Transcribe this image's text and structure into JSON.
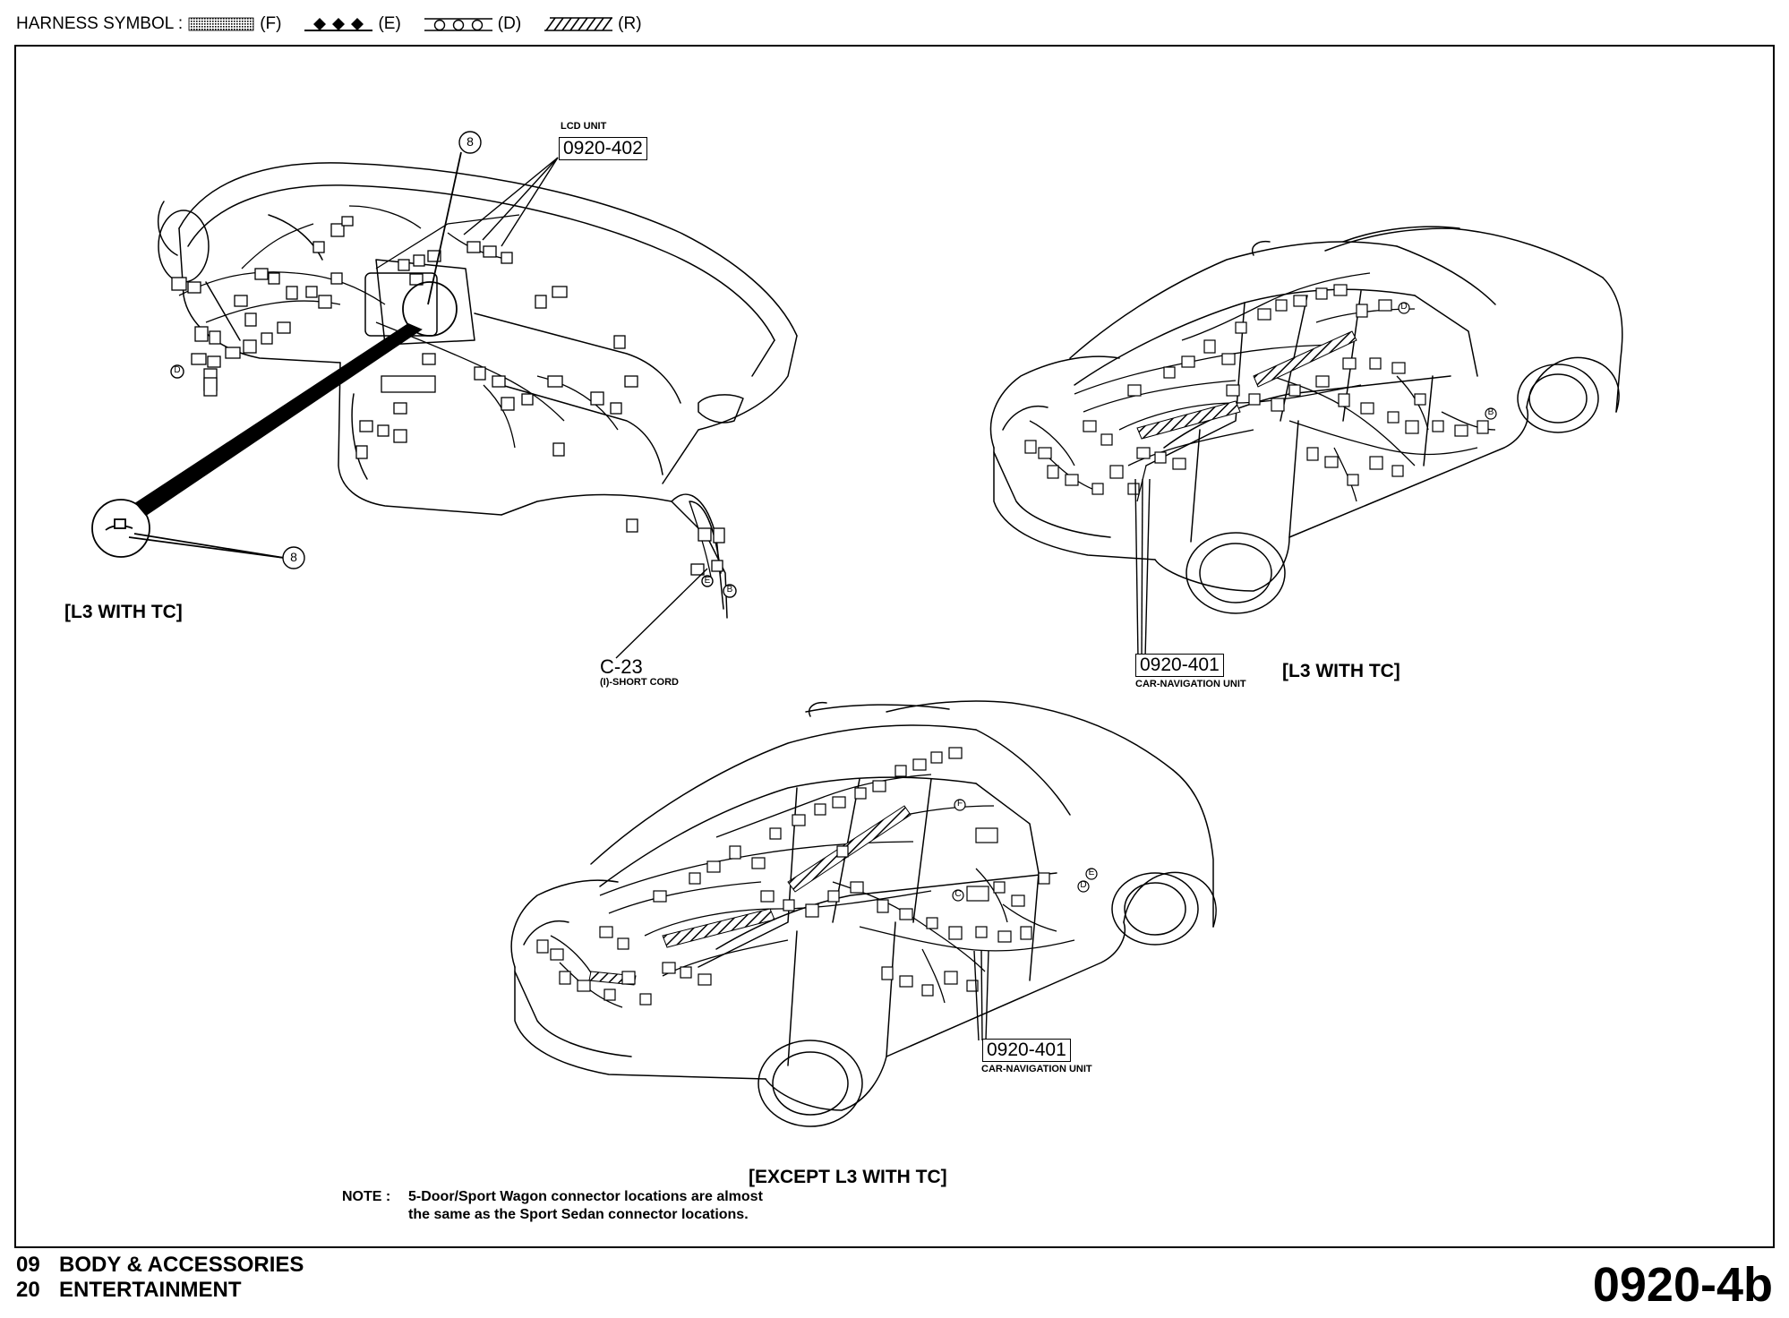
{
  "legend": {
    "title": "HARNESS SYMBOL :",
    "items": [
      {
        "code": "(F)",
        "icon": "dotted-fill-symbol"
      },
      {
        "code": "(E)",
        "icon": "diamond-line-symbol"
      },
      {
        "code": "(D)",
        "icon": "circle-line-symbol"
      },
      {
        "code": "(R)",
        "icon": "hatched-fill-symbol"
      }
    ]
  },
  "dashboard": {
    "variant_label": "[L3 WITH TC]",
    "lcd_unit_label": "LCD UNIT",
    "lcd_unit_code": "0920-402",
    "callout_number": "8",
    "callout_number_2": "8",
    "connector_code": "C-23",
    "connector_desc": "(I)-SHORT CORD",
    "marker_d": "D",
    "marker_b": "B",
    "marker_e": "E"
  },
  "car_upper": {
    "nav_code": "0920-401",
    "nav_label": "CAR-NAVIGATION UNIT",
    "variant_label": "[L3 WITH TC]",
    "marker_d": "D",
    "marker_b": "B"
  },
  "car_lower": {
    "nav_code": "0920-401",
    "nav_label": "CAR-NAVIGATION UNIT",
    "variant_label": "[EXCEPT L3 WITH TC]",
    "marker_f": "F",
    "marker_c": "C",
    "marker_e": "E",
    "marker_d": "D"
  },
  "note": {
    "prefix": "NOTE :",
    "line1": "5-Door/Sport Wagon connector locations are almost",
    "line2": "the same as the Sport Sedan connector locations."
  },
  "footer": {
    "line1_num": "09",
    "line1_text": "BODY & ACCESSORIES",
    "line2_num": "20",
    "line2_text": "ENTERTAINMENT",
    "page_code": "0920-4b"
  }
}
